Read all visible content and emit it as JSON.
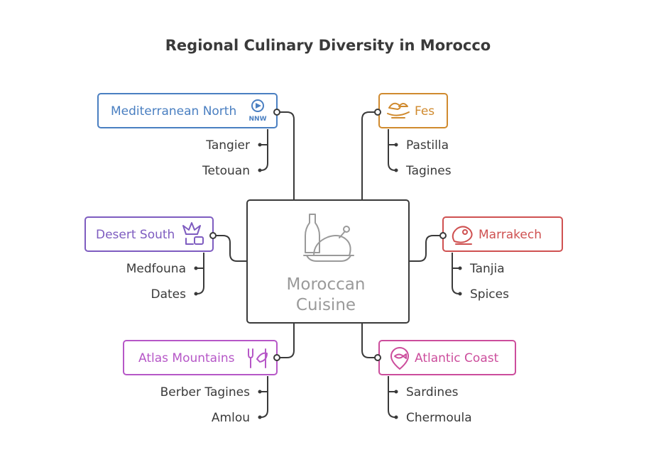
{
  "title": "Regional Culinary Diversity in Morocco",
  "center": {
    "line1": "Moroccan",
    "line2": "Cuisine",
    "icon": "roast-chicken-and-bottle-icon",
    "color": "#9a9a9a"
  },
  "regions": {
    "north": {
      "label": "Mediterranean North",
      "icon": "compass-nnw-icon",
      "icon_text": "NNW",
      "color": "#4a7fc1",
      "items": [
        "Tangier",
        "Tetouan"
      ]
    },
    "fes": {
      "label": "Fes",
      "icon": "pastries-icon",
      "color": "#d08a2e",
      "items": [
        "Pastilla",
        "Tagines"
      ]
    },
    "desert": {
      "label": "Desert South",
      "icon": "desert-plant-pot-icon",
      "color": "#7e5cc0",
      "items": [
        "Medfouna",
        "Dates"
      ]
    },
    "marrakech": {
      "label": "Marrakech",
      "icon": "meat-cut-icon",
      "color": "#cf5151",
      "items": [
        "Tanjia",
        "Spices"
      ]
    },
    "atlas": {
      "label": "Atlas Mountains",
      "icon": "cutlery-leaf-icon",
      "color": "#b657c7",
      "items": [
        "Berber Tagines",
        "Amlou"
      ]
    },
    "atlantic": {
      "label": "Atlantic Coast",
      "icon": "fish-pin-icon",
      "color": "#cc4d9c",
      "items": [
        "Sardines",
        "Chermoula"
      ]
    }
  }
}
